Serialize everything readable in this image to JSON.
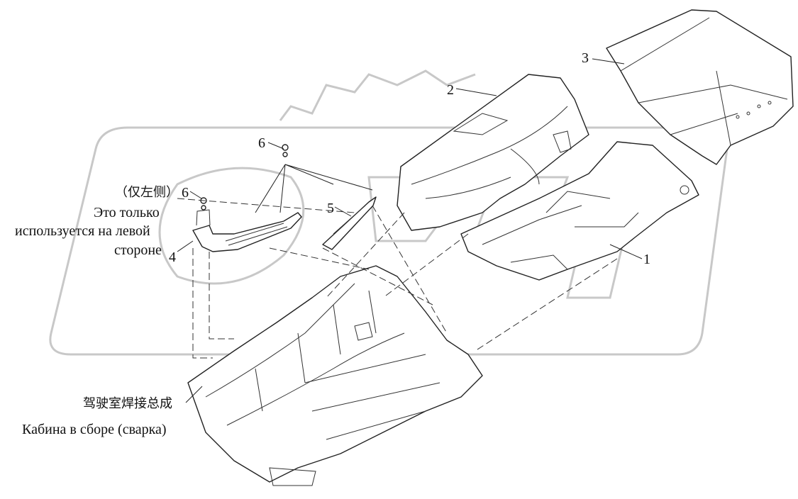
{
  "callouts": {
    "c1": "1",
    "c2": "2",
    "c3": "3",
    "c4": "4",
    "c5": "5",
    "c6_top": "6",
    "c6_left": "6"
  },
  "notes": {
    "left_side_cn": "（仅左侧）",
    "left_side_ru_1": "Это только",
    "left_side_ru_2": "используется на левой",
    "left_side_ru_3": "стороне",
    "cab_cn": "驾驶室焊接总成",
    "cab_ru": "Кабина в сборе (сварка)"
  },
  "colors": {
    "line": "#222222",
    "watermark": "#c8c8c8"
  }
}
